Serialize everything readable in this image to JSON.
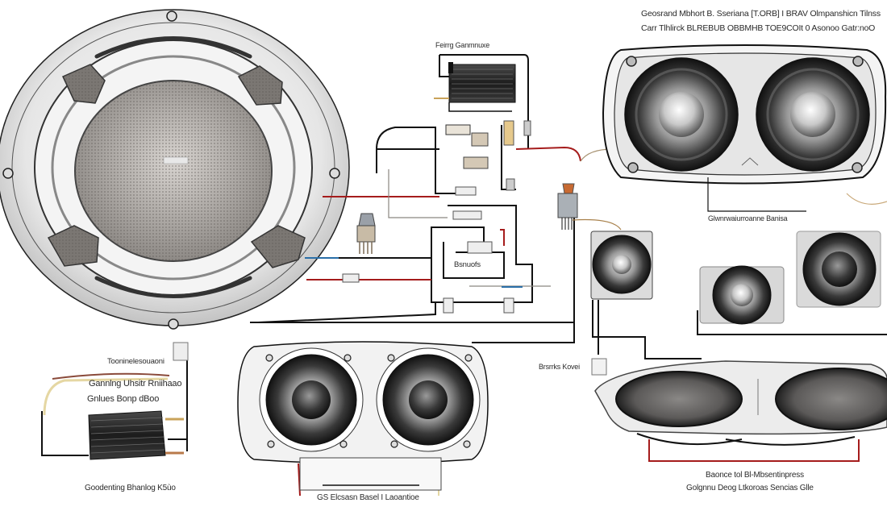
{
  "diagram": {
    "title_lines": [
      "Geosrand Mbhort B. Sseriana [T.ORB] I BRAV Olmpanshicn Tilnss",
      "Carr Tlhlirck BLREBUB OBBMHB TOE9COIt 0 Asonoo Gatr:noO"
    ],
    "labels": {
      "amplifier_top": "Feirrg Ganmnuxe",
      "center_channel_caption": "Glwnrwaiurroanne Banisa",
      "center_wiring": "Bsnuofs",
      "crossover_caption": "Tooninelesouaoni",
      "amp_left_line1": "Gannlng Uhsitr Rniihaao",
      "amp_left_line2": "Gnlues Bonp dBoo",
      "amp_left_caption": "Goodenting Bhanlog K5ùo",
      "dual_speaker_caption": "GS Elcsasn Basel I Laoantioe",
      "mid_right_label": "Brsrrks Kovei",
      "bottom_right_line1": "Baonce tol Bl-Mbsentinpress",
      "bottom_right_line2": "Golgnnu Deog Ltkoroas Sencias Glle"
    },
    "components": [
      {
        "id": "grille-speaker",
        "name": "Large grille speaker"
      },
      {
        "id": "top-amplifier",
        "name": "Amplifier"
      },
      {
        "id": "dual-speaker-top-right",
        "name": "Dual speaker enclosure"
      },
      {
        "id": "small-speaker-1",
        "name": "Square speaker"
      },
      {
        "id": "small-speaker-2",
        "name": "Coaxial speaker"
      },
      {
        "id": "small-speaker-3",
        "name": "Woofer"
      },
      {
        "id": "dual-speaker-bottom",
        "name": "Dual speaker box"
      },
      {
        "id": "oval-dual-speaker",
        "name": "Oval dual speaker"
      },
      {
        "id": "left-amplifier",
        "name": "Amplifier"
      },
      {
        "id": "connector-left",
        "name": "Connector"
      },
      {
        "id": "connector-right",
        "name": "Connector"
      }
    ],
    "colors": {
      "wire_black": "#111111",
      "wire_red": "#a51c1c",
      "wire_tan": "#c9a97a",
      "wire_blue": "#2a6fa8",
      "chrome": "#d9d9d9",
      "cone_dark": "#2b2b2b"
    }
  }
}
